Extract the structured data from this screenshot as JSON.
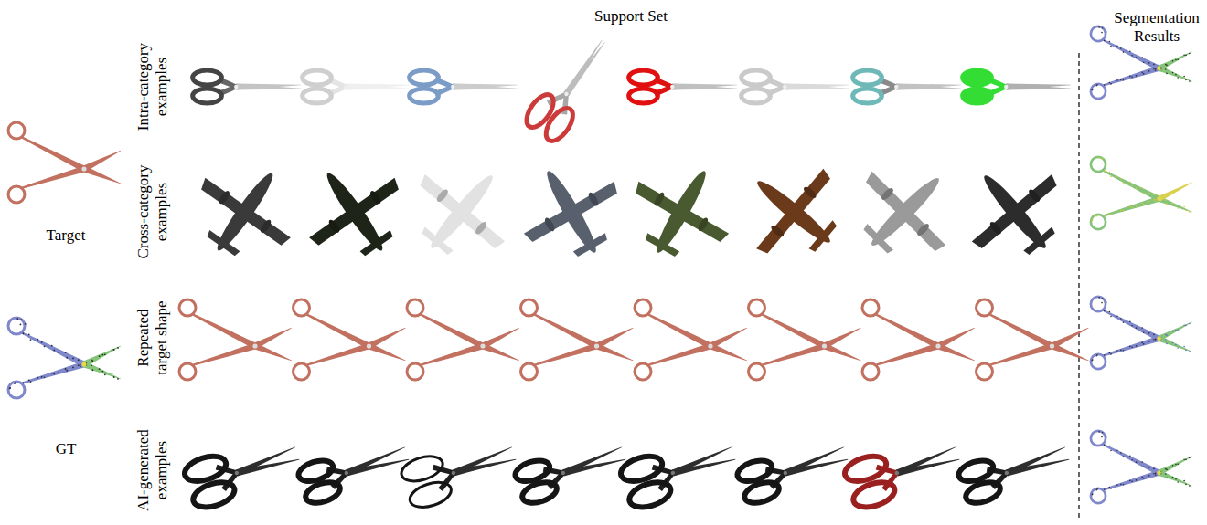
{
  "diagram": {
    "labels": [
      "Support Set",
      "Segmentation Results",
      "Intra-category examples",
      "Cross-category examples",
      "Repeated target shape",
      "AI-generated examples",
      "Target",
      "GT"
    ]
  }
}
